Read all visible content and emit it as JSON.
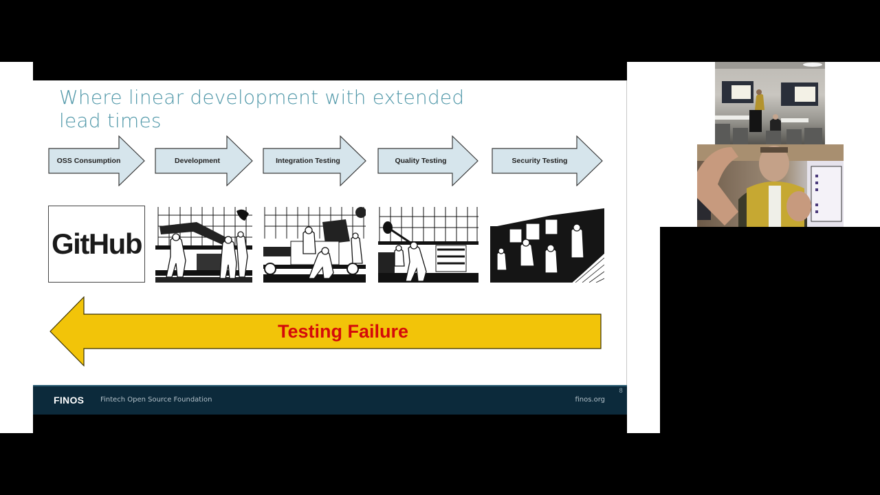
{
  "slide": {
    "title": "Where linear development with extended lead times",
    "steps": [
      {
        "label": "OSS Consumption"
      },
      {
        "label": "Development"
      },
      {
        "label": "Integration Testing"
      },
      {
        "label": "Quality Testing"
      },
      {
        "label": "Security Testing"
      }
    ],
    "images": [
      {
        "label": "GitHub",
        "kind": "logo"
      },
      {
        "label": "assembly line illustration 1",
        "kind": "illustration"
      },
      {
        "label": "assembly line illustration 2",
        "kind": "illustration"
      },
      {
        "label": "assembly line illustration 3",
        "kind": "illustration"
      },
      {
        "label": "assembly line illustration 4",
        "kind": "illustration"
      }
    ],
    "feedback_arrow": {
      "label": "Testing Failure",
      "fill": "#f2c409",
      "text_color": "#d40a0a"
    },
    "step_fill": "#d6e5ec",
    "title_color": "#4f97a8"
  },
  "footer": {
    "logo": "FINOS",
    "org_name": "Fintech Open Source Foundation",
    "url": "finos.org",
    "page_number": "8",
    "background": "#0c2a3b"
  },
  "video_feeds": [
    {
      "name": "conference-room-camera",
      "description": "Room view with presenter at podium and two screens"
    },
    {
      "name": "speaker-camera",
      "description": "Speaker in yellow vest gesturing"
    }
  ]
}
